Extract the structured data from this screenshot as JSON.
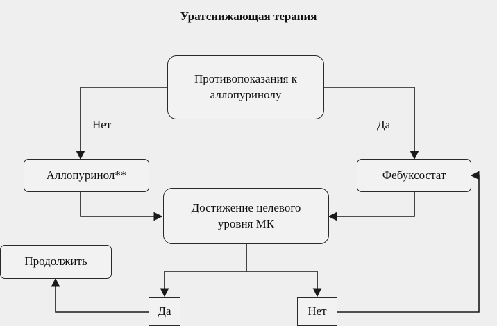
{
  "diagram": {
    "title": "Уратснижающая терапия",
    "nodes": {
      "contraindications": "Противопоказания к аллопуринолу",
      "allopurinol": "Аллопуринол**",
      "febuxostat": "Фебуксостат",
      "target": "Достижение целевого уровня МК",
      "continue": "Продолжить",
      "yes_box": "Да",
      "no_box": "Нет"
    },
    "edge_labels": {
      "no": "Нет",
      "yes": "Да"
    }
  }
}
